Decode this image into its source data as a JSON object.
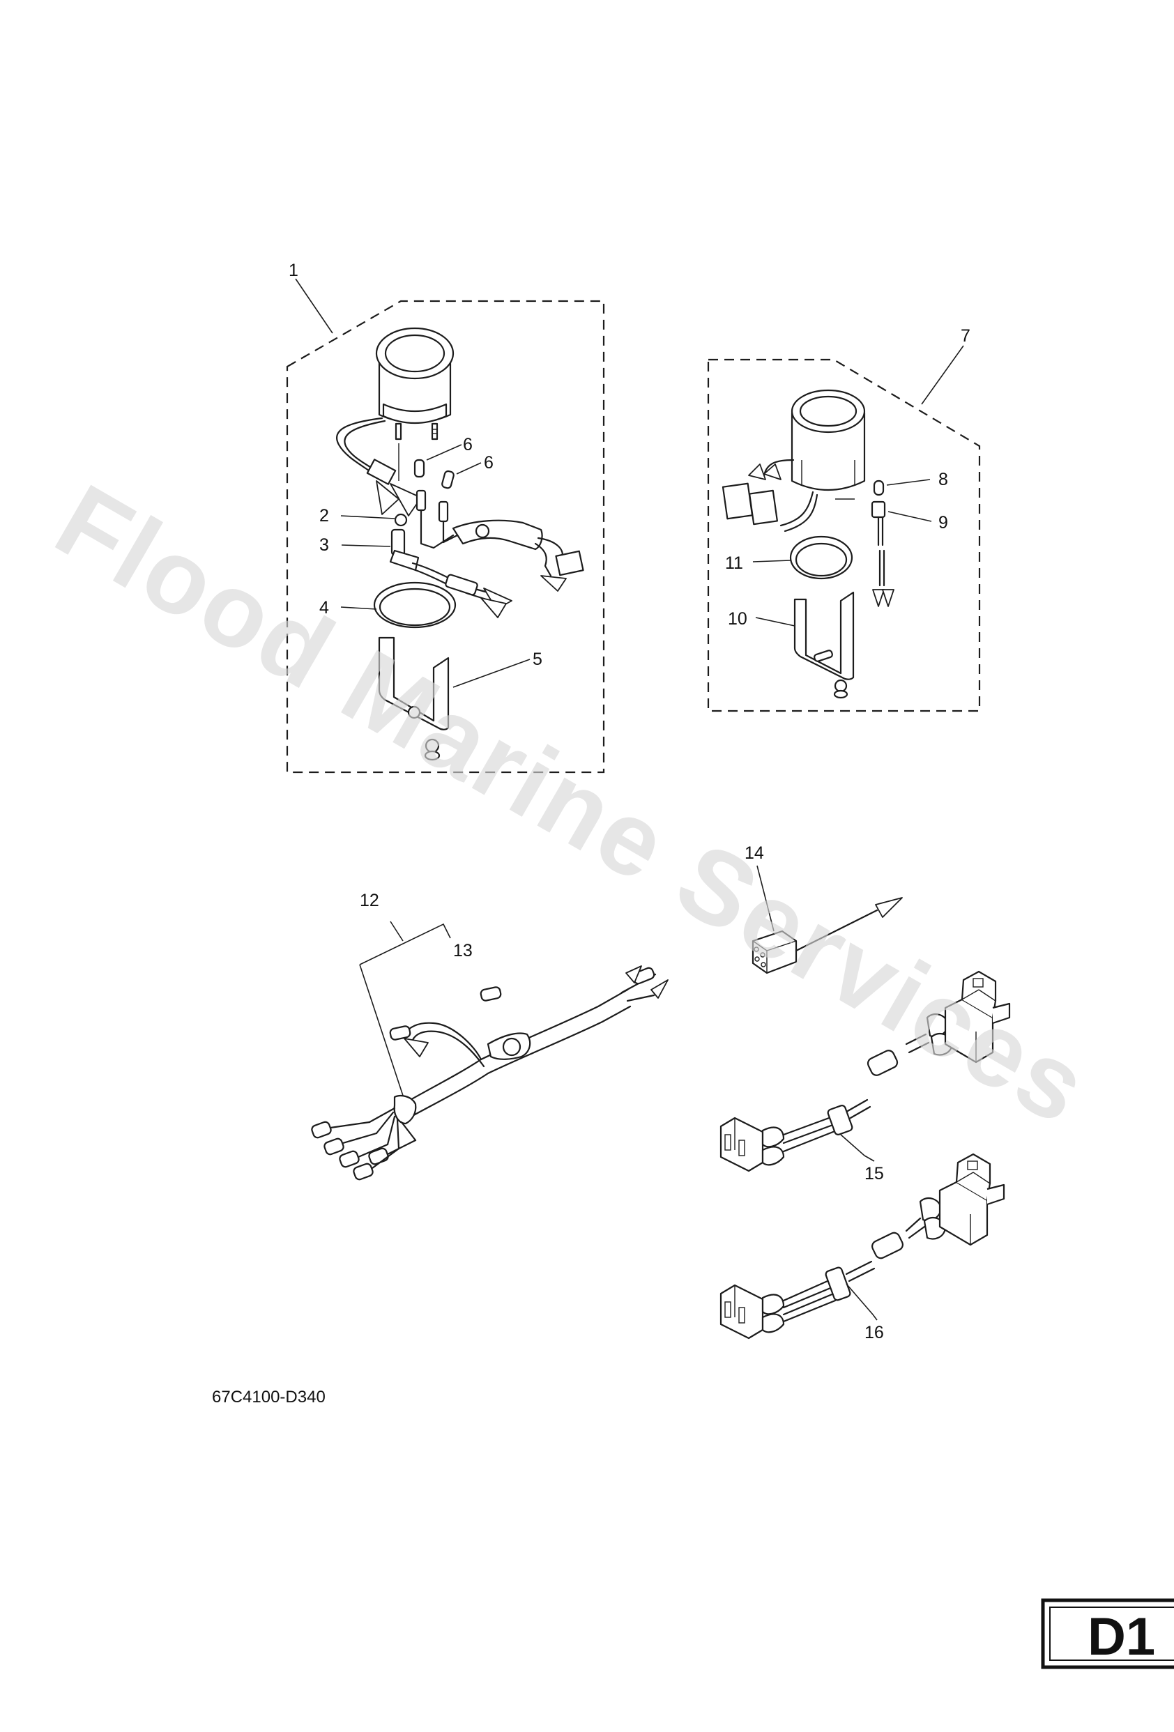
{
  "watermark": "Flood Marine Services",
  "drawing_code": "67C4100-D340",
  "page_badge": "D1",
  "callouts": [
    {
      "key": "c1",
      "label": "1"
    },
    {
      "key": "c2",
      "label": "2"
    },
    {
      "key": "c3",
      "label": "3"
    },
    {
      "key": "c4",
      "label": "4"
    },
    {
      "key": "c5",
      "label": "5"
    },
    {
      "key": "c6a",
      "label": "6"
    },
    {
      "key": "c6b",
      "label": "6"
    },
    {
      "key": "c7",
      "label": "7"
    },
    {
      "key": "c8",
      "label": "8"
    },
    {
      "key": "c9",
      "label": "9"
    },
    {
      "key": "c10",
      "label": "10"
    },
    {
      "key": "c11",
      "label": "11"
    },
    {
      "key": "c12",
      "label": "12"
    },
    {
      "key": "c13",
      "label": "13"
    },
    {
      "key": "c14",
      "label": "14"
    },
    {
      "key": "c15",
      "label": "15"
    },
    {
      "key": "c16",
      "label": "16"
    }
  ]
}
